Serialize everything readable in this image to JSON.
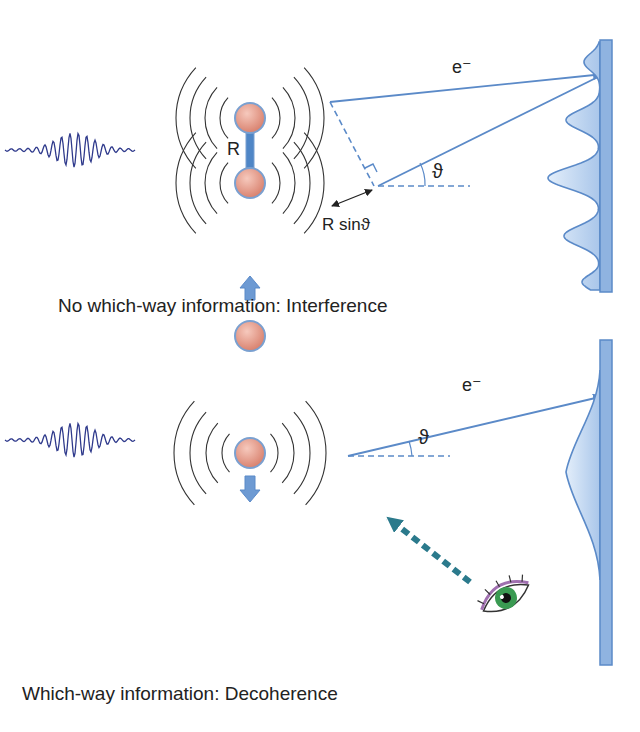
{
  "diagram": {
    "labels": [
      "R",
      "e⁻",
      "ϑ",
      "R sinϑ",
      "No which-way information: Interference",
      "e⁻",
      "ϑ",
      "Which-way information: Decoherence"
    ]
  }
}
